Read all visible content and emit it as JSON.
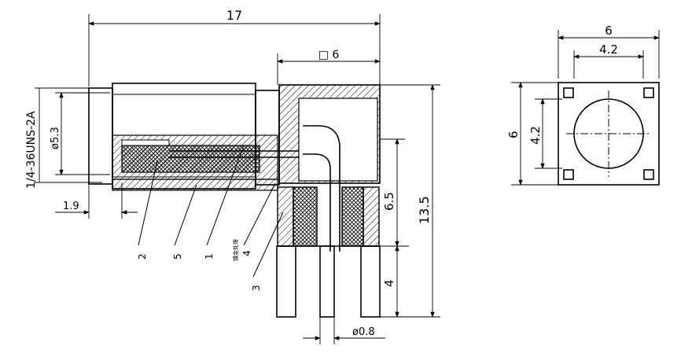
{
  "drawing": {
    "side_view": {
      "overall_length": "17",
      "body_square": "□ 6",
      "thread_spec": "1/4-36UNS-2A",
      "diameter_body": "ø5.3",
      "offset": "1.9",
      "height_total": "13.5",
      "pin_height": "6.5",
      "leg_height": "4",
      "pin_diameter": "ø0.8",
      "callouts": [
        "2",
        "5",
        "1",
        "4",
        "3"
      ],
      "tiny_note": "镀金处理"
    },
    "end_view": {
      "width": "6",
      "pin_spacing_h": "4.2",
      "height": "6",
      "pin_spacing_v": "4.2"
    }
  }
}
